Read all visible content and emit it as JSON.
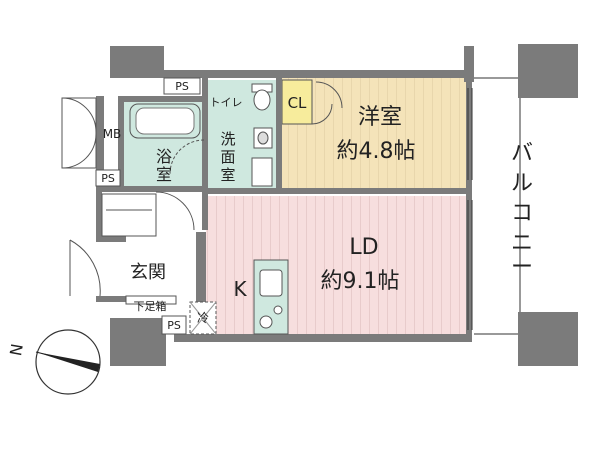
{
  "rooms": {
    "western_room": {
      "name": "洋室",
      "size": "約4.8帖"
    },
    "ld": {
      "name": "LD",
      "size": "約9.1帖"
    },
    "kitchen": {
      "name": "K"
    },
    "bath": {
      "name_top": "浴",
      "name_bottom": "室"
    },
    "washroom": {
      "chars": [
        "洗",
        "面",
        "室"
      ]
    },
    "toilet": {
      "name": "トイレ"
    },
    "closet": {
      "name": "CL"
    },
    "entrance": {
      "name": "玄関"
    },
    "shoe_box": {
      "name": "下足箱"
    },
    "balcony": {
      "chars": [
        "バ",
        "ル",
        "コ",
        "ニ",
        "ー"
      ]
    }
  },
  "labels": {
    "ps": "PS",
    "mb": "MB",
    "fridge": "冷",
    "north": "N"
  },
  "colors": {
    "wall": "#7b7b7b",
    "western_floor": "#f4e3b9",
    "ld_floor": "#f7dede",
    "wet_area": "#cfe8df",
    "closet": "#f7ec9c",
    "stripe": "#d9b8b8"
  }
}
